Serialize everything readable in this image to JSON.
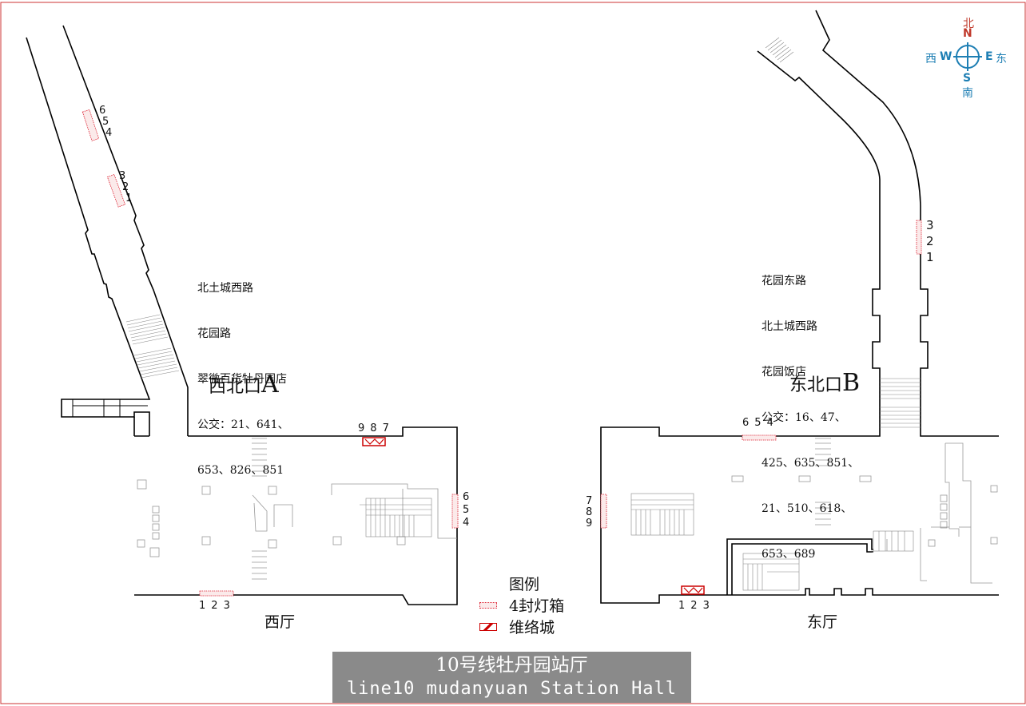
{
  "colors": {
    "line": "#000000",
    "border": "#cc3333",
    "accent_red": "#cc0000",
    "compass_blue": "#1e7fb4",
    "title_bg": "#8a8a8a"
  },
  "compass": {
    "n": "N",
    "n_zh": "北",
    "s": "S",
    "s_zh": "南",
    "w": "W",
    "w_zh": "西",
    "e": "E",
    "e_zh": "东"
  },
  "west": {
    "info": [
      "北土城西路",
      "花园路",
      "翠微百货牡丹园店",
      "公交：21、641、",
      "653、826、851"
    ],
    "exit_label": "西北口",
    "exit_letter": "A",
    "hall_label": "西厅",
    "corridor_boxes_upper": [
      "6",
      "5",
      "4"
    ],
    "corridor_boxes_lower": [
      "3",
      "2",
      "1"
    ],
    "top_boxes": [
      "9",
      "8",
      "7"
    ],
    "right_boxes": [
      "6",
      "5",
      "4"
    ],
    "bottom_boxes": [
      "1",
      "2",
      "3"
    ]
  },
  "east": {
    "info": [
      "花园东路",
      "北土城西路",
      "花园饭店",
      "公交：16、47、",
      "425、635、851、",
      "21、510、618、",
      "653、689"
    ],
    "exit_label": "东北口",
    "exit_letter": "B",
    "hall_label": "东厅",
    "corridor_boxes": [
      "3",
      "2",
      "1"
    ],
    "top_boxes": [
      "6",
      "5",
      "4"
    ],
    "left_boxes": [
      "7",
      "8",
      "9"
    ],
    "bottom_boxes": [
      "1",
      "2",
      "3"
    ]
  },
  "legend": {
    "title": "图例",
    "lightbox_label": "4封灯箱",
    "weiluocheng_label": "维络城"
  },
  "title": {
    "zh": "10号线牡丹园站厅",
    "en": "line10 mudanyuan Station Hall"
  }
}
